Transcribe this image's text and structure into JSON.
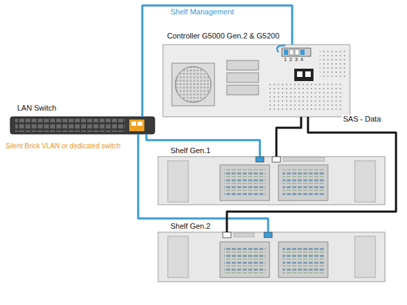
{
  "diagram": {
    "nodes": [
      {
        "text": [
          "Controller G5000 Gen.2 & G5200"
        ]
      },
      {
        "text": [
          "LAN Switch"
        ]
      },
      {
        "text": [
          "Shelf Gen.1"
        ]
      },
      {
        "text": [
          "Shelf Gen.2"
        ]
      }
    ],
    "edges": [
      {
        "from": 0,
        "to": 1,
        "arrow": "none",
        "label": "Shelf Management"
      },
      {
        "from": 1,
        "to": 2,
        "arrow": "none"
      },
      {
        "from": 1,
        "to": 3,
        "arrow": "none"
      },
      {
        "from": 0,
        "to": 2,
        "arrow": "none"
      },
      {
        "from": 0,
        "to": 3,
        "arrow": "none",
        "label": "SAS - Data"
      }
    ],
    "labels": [
      "Silent Brick VLAN or dedicated switch",
      "1",
      "2",
      "3",
      "4"
    ]
  }
}
